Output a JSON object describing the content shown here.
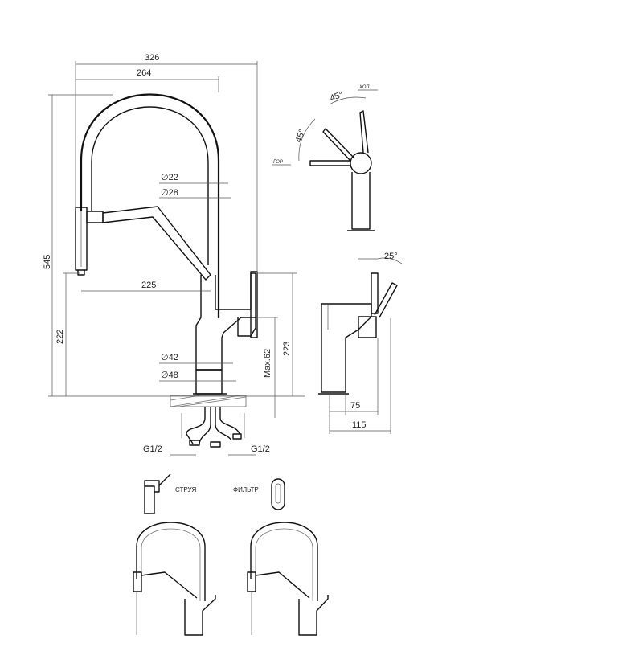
{
  "dimensions": {
    "width_overall": "326",
    "reach": "264",
    "diameter_22": "∅22",
    "diameter_28": "∅28",
    "height_total": "545",
    "spout_reach": "225",
    "height_222": "222",
    "diameter_42": "∅42",
    "diameter_48": "∅48",
    "max_62": "Max.62",
    "height_223": "223",
    "base_75": "75",
    "base_115": "115",
    "thread_left": "G1/2",
    "thread_right": "G1/2",
    "angle_45_top": "45°",
    "angle_45_side": "45°",
    "angle_25": "25°"
  },
  "labels": {
    "cold": "ХОЛ",
    "hot": "ГОР",
    "stream": "СТРУЯ",
    "filter": "ФИЛЬТР"
  }
}
